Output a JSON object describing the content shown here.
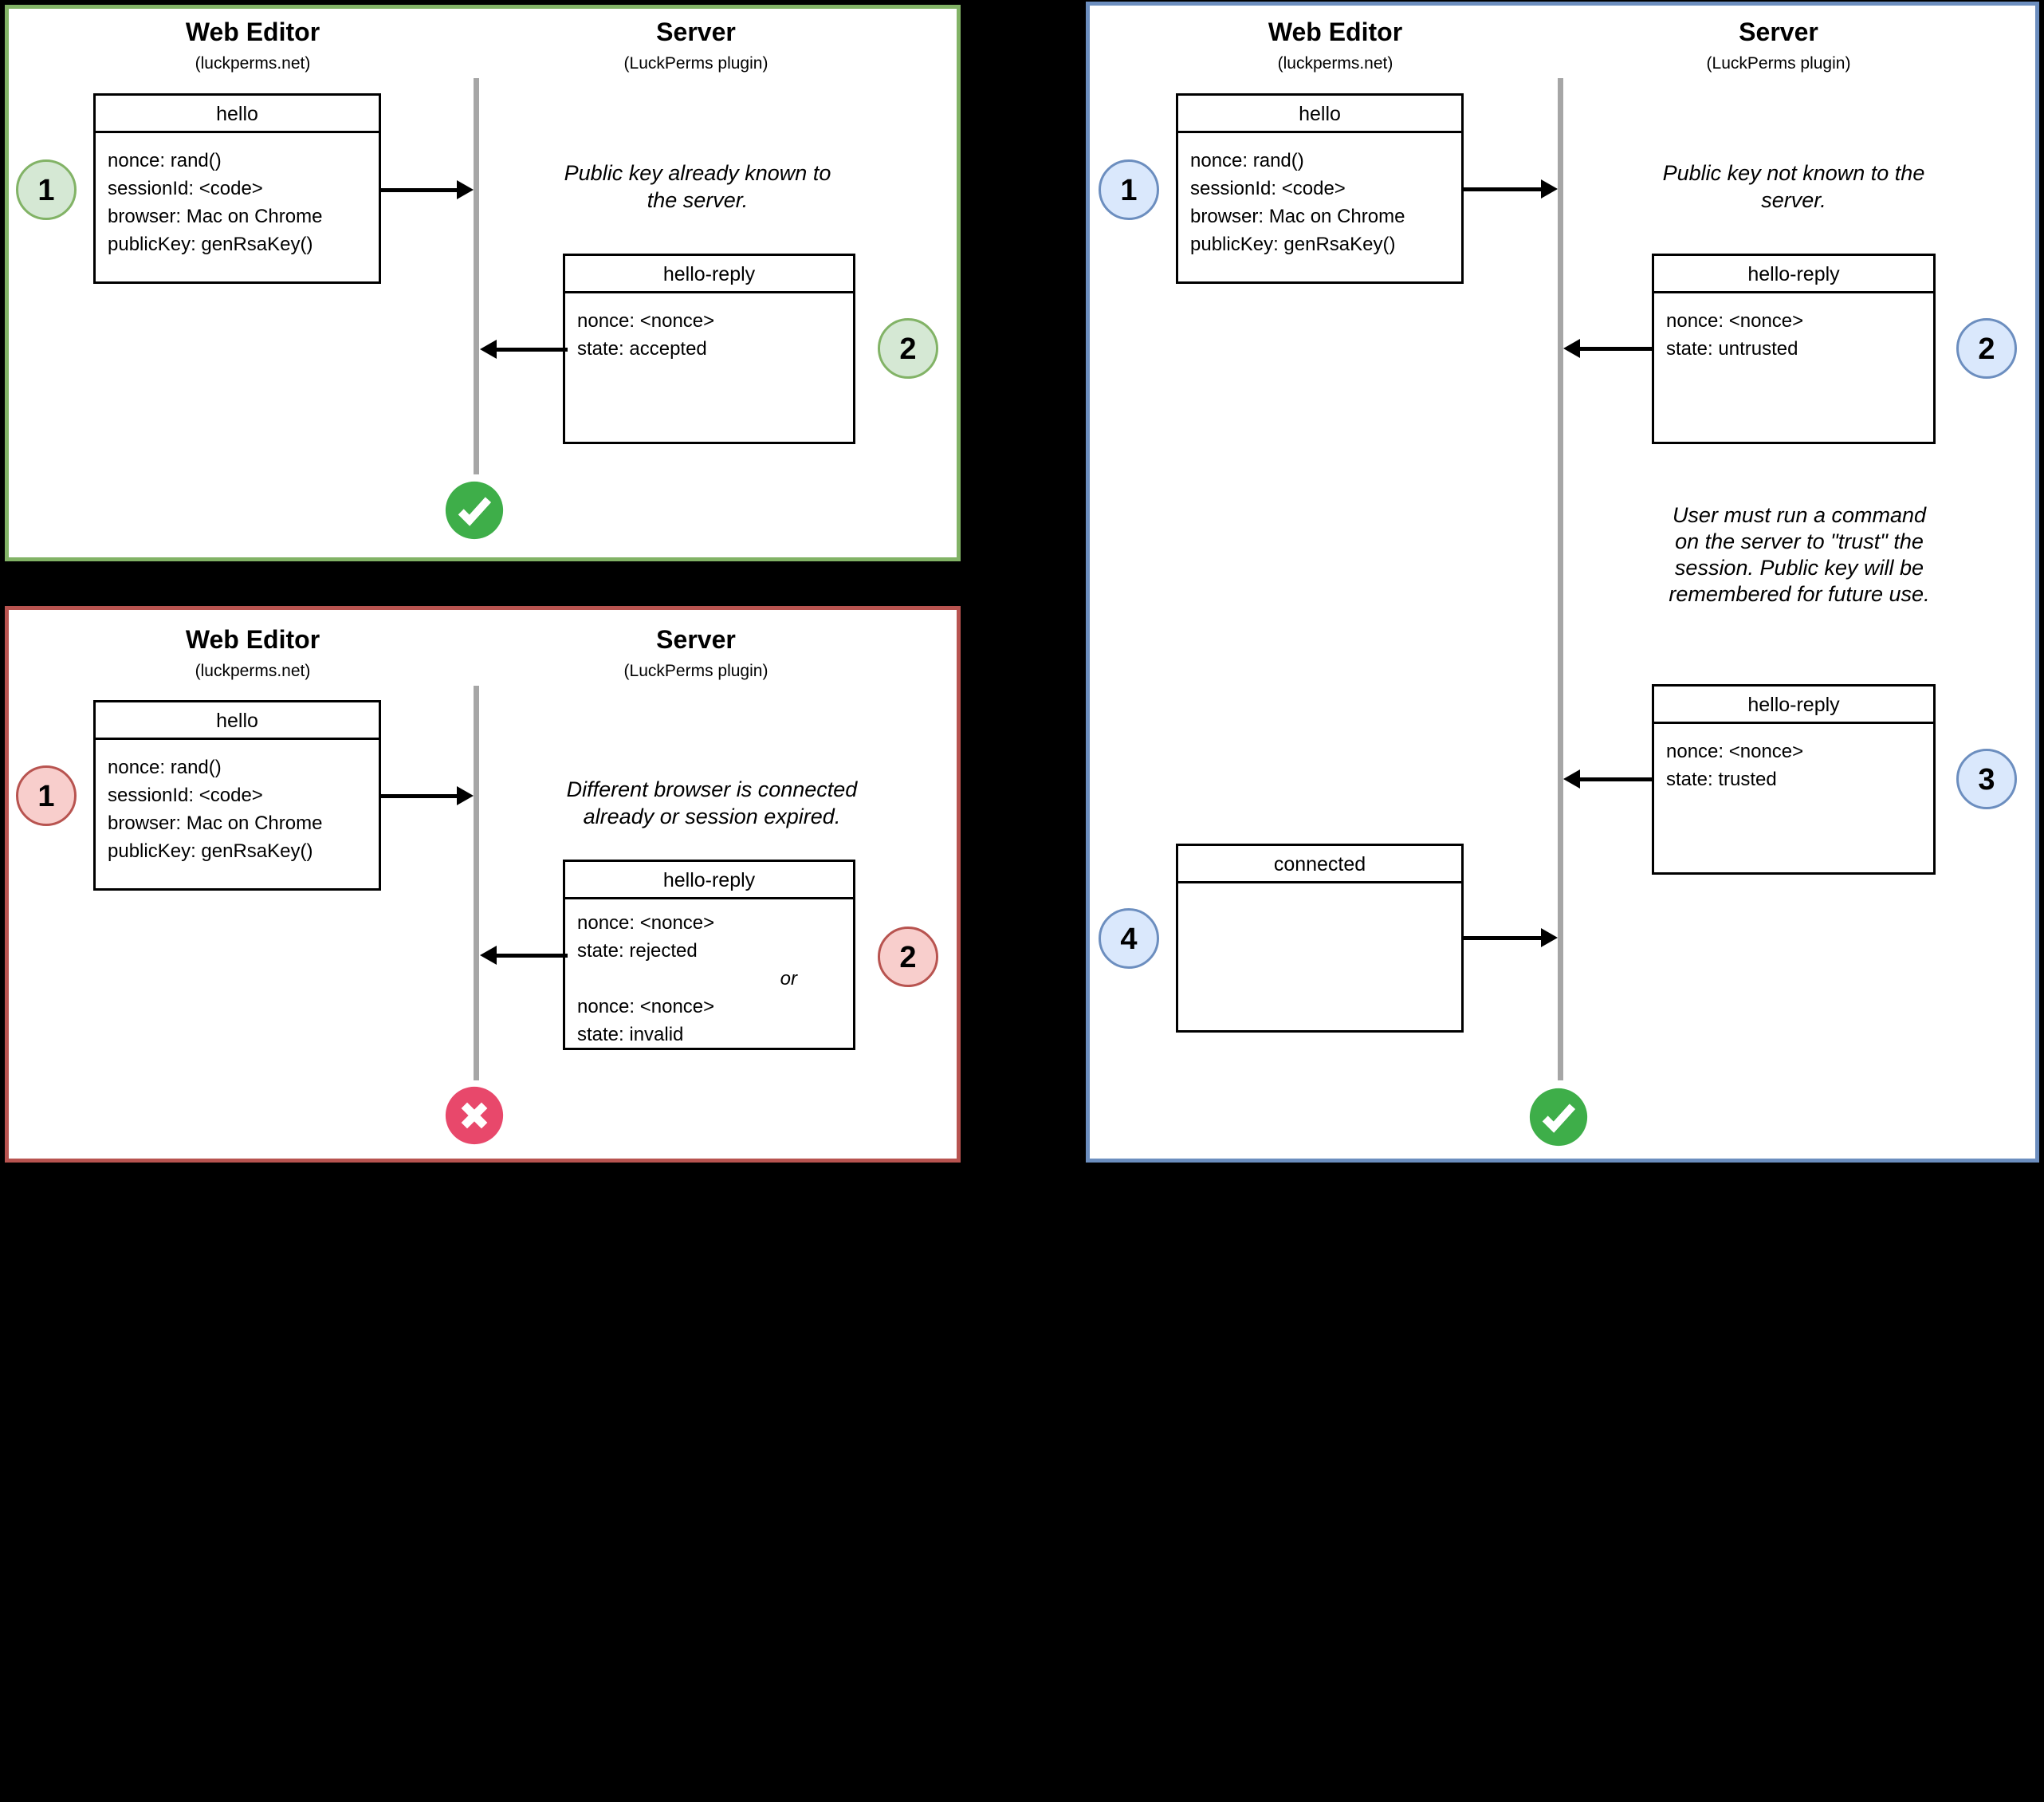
{
  "colors": {
    "background": "#000000",
    "accepted_panel_border": "#82b366",
    "rejected_panel_border": "#b85450",
    "untrusted_panel_border": "#6c8ebf",
    "badge_green_fill": "#d5e8d4",
    "badge_green_stroke": "#82b366",
    "badge_red_fill": "#f8cecc",
    "badge_red_stroke": "#b85450",
    "badge_blue_fill": "#dae8fc",
    "badge_blue_stroke": "#6c8ebf",
    "check_icon": "#3EAE49",
    "cross_icon": "#E8486B",
    "lifeline": "#a6a6a6"
  },
  "panels": {
    "accepted": {
      "client_title": "Web Editor",
      "client_subtitle": "(luckperms.net)",
      "server_title": "Server",
      "server_subtitle": "(LuckPerms plugin)",
      "hello": {
        "title": "hello",
        "lines": [
          "nonce: rand()",
          "sessionId: <code>",
          "browser: Mac on Chrome",
          "publicKey: genRsaKey()"
        ]
      },
      "note": [
        "Public key already known to",
        "the server."
      ],
      "reply": {
        "title": "hello-reply",
        "lines": [
          "nonce: <nonce>",
          "state: accepted"
        ]
      },
      "badges": {
        "step1": "1",
        "step2": "2"
      },
      "result": "check"
    },
    "rejected": {
      "client_title": "Web Editor",
      "client_subtitle": "(luckperms.net)",
      "server_title": "Server",
      "server_subtitle": "(LuckPerms plugin)",
      "hello": {
        "title": "hello",
        "lines": [
          "nonce: rand()",
          "sessionId: <code>",
          "browser: Mac on Chrome",
          "publicKey: genRsaKey()"
        ]
      },
      "note": [
        "Different browser is connected",
        "already or session expired."
      ],
      "reply": {
        "title": "hello-reply",
        "lines": [
          "nonce: <nonce>",
          "state: rejected",
          "or",
          "nonce: <nonce>",
          "state: invalid"
        ]
      },
      "badges": {
        "step1": "1",
        "step2": "2"
      },
      "result": "cross"
    },
    "untrusted": {
      "client_title": "Web Editor",
      "client_subtitle": "(luckperms.net)",
      "server_title": "Server",
      "server_subtitle": "(LuckPerms plugin)",
      "hello": {
        "title": "hello",
        "lines": [
          "nonce: rand()",
          "sessionId: <code>",
          "browser: Mac on Chrome",
          "publicKey: genRsaKey()"
        ]
      },
      "note1": [
        "Public key not known to the",
        "server."
      ],
      "reply1": {
        "title": "hello-reply",
        "lines": [
          "nonce: <nonce>",
          "state: untrusted"
        ]
      },
      "note2": [
        "User must run a command",
        "on the server to \"trust\" the",
        "session. Public key will be",
        "remembered for future use."
      ],
      "reply2": {
        "title": "hello-reply",
        "lines": [
          "nonce: <nonce>",
          "state: trusted"
        ]
      },
      "connected": {
        "title": "connected"
      },
      "badges": {
        "step1": "1",
        "step2": "2",
        "step3": "3",
        "step4": "4"
      },
      "result": "check"
    }
  }
}
